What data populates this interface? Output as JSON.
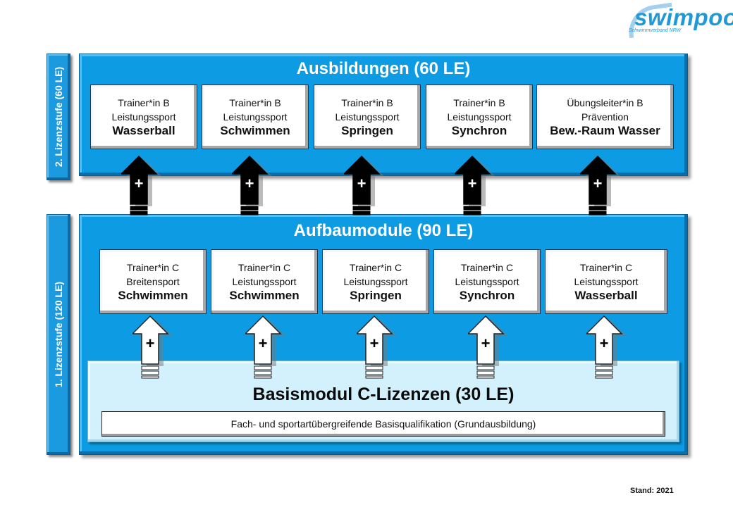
{
  "logo": {
    "name": "swimpool",
    "subtitle": "Schwimmverband NRW",
    "color": "#1f9ad6"
  },
  "levels": {
    "level2": {
      "label": "2. Lizenzstufe (60 LE)"
    },
    "level1": {
      "label": "1. Lizenzstufe (120 LE)"
    }
  },
  "ausbildungen": {
    "title": "Ausbildungen (60 LE)",
    "boxes": [
      {
        "line1": "Trainer*in B",
        "line2": "Leistungssport",
        "line3": "Wasserball"
      },
      {
        "line1": "Trainer*in B",
        "line2": "Leistungssport",
        "line3": "Schwimmen"
      },
      {
        "line1": "Trainer*in B",
        "line2": "Leistungssport",
        "line3": "Springen"
      },
      {
        "line1": "Trainer*in B",
        "line2": "Leistungssport",
        "line3": "Synchron"
      },
      {
        "line1": "Übungsleiter*in B",
        "line2": "Prävention",
        "line3": "Bew.-Raum Wasser"
      }
    ]
  },
  "aufbaumodule": {
    "title": "Aufbaumodule (90 LE)",
    "boxes": [
      {
        "line1": "Trainer*in C",
        "line2": "Breitensport",
        "line3": "Schwimmen"
      },
      {
        "line1": "Trainer*in C",
        "line2": "Leistungssport",
        "line3": "Schwimmen"
      },
      {
        "line1": "Trainer*in C",
        "line2": "Leistungssport",
        "line3": "Springen"
      },
      {
        "line1": "Trainer*in C",
        "line2": "Leistungssport",
        "line3": "Synchron"
      },
      {
        "line1": "Trainer*in C",
        "line2": "Leistungssport",
        "line3": "Wasserball"
      }
    ]
  },
  "basismodul": {
    "title": "Basismodul C-Lizenzen (30 LE)",
    "subtitle": "Fach- und sportartübergreifende Basisqualifikation (Grundausbildung)"
  },
  "arrows": {
    "plus_symbol": "+",
    "upper_color": "#000000",
    "lower_color": "#ffffff"
  },
  "colors": {
    "panel_blue": "#0d9ce4",
    "base_light": "#d2f1fd"
  },
  "footer": {
    "stand": "Stand: 2021"
  }
}
